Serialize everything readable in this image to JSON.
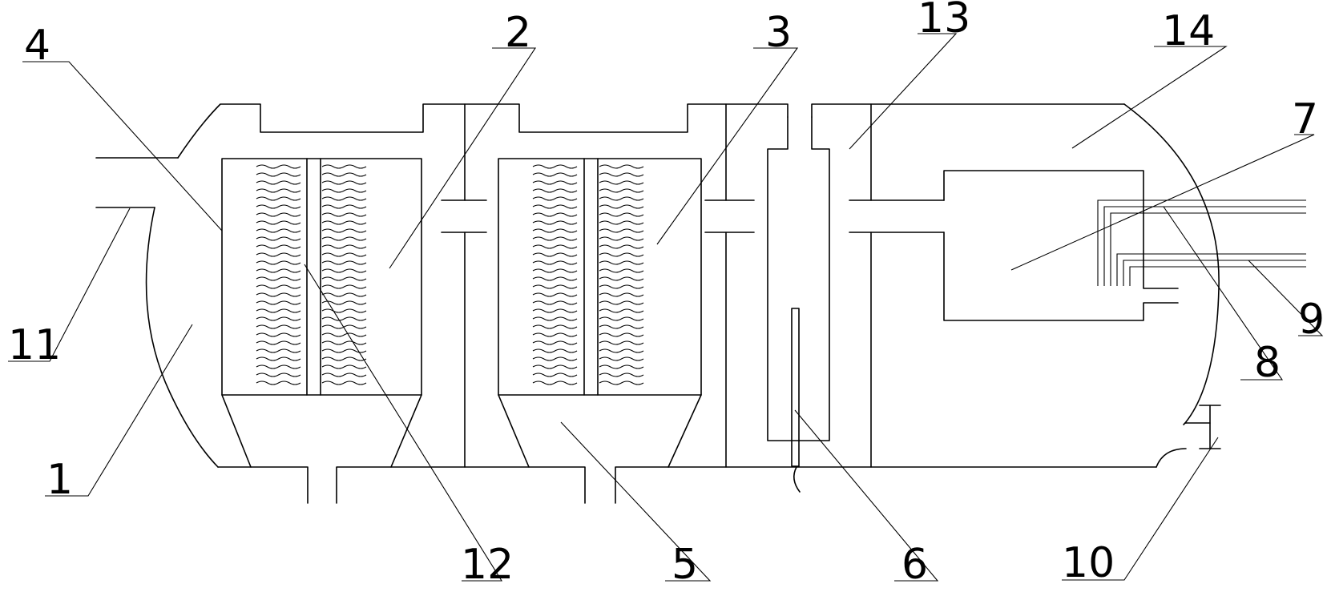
{
  "labels": {
    "l1": "1",
    "l2": "2",
    "l3": "3",
    "l4": "4",
    "l5": "5",
    "l6": "6",
    "l7": "7",
    "l8": "8",
    "l9": "9",
    "l10": "10",
    "l11": "11",
    "l12": "12",
    "l13": "13",
    "l14": "14"
  },
  "colors": {
    "line": "#000000",
    "background": "#ffffff"
  }
}
